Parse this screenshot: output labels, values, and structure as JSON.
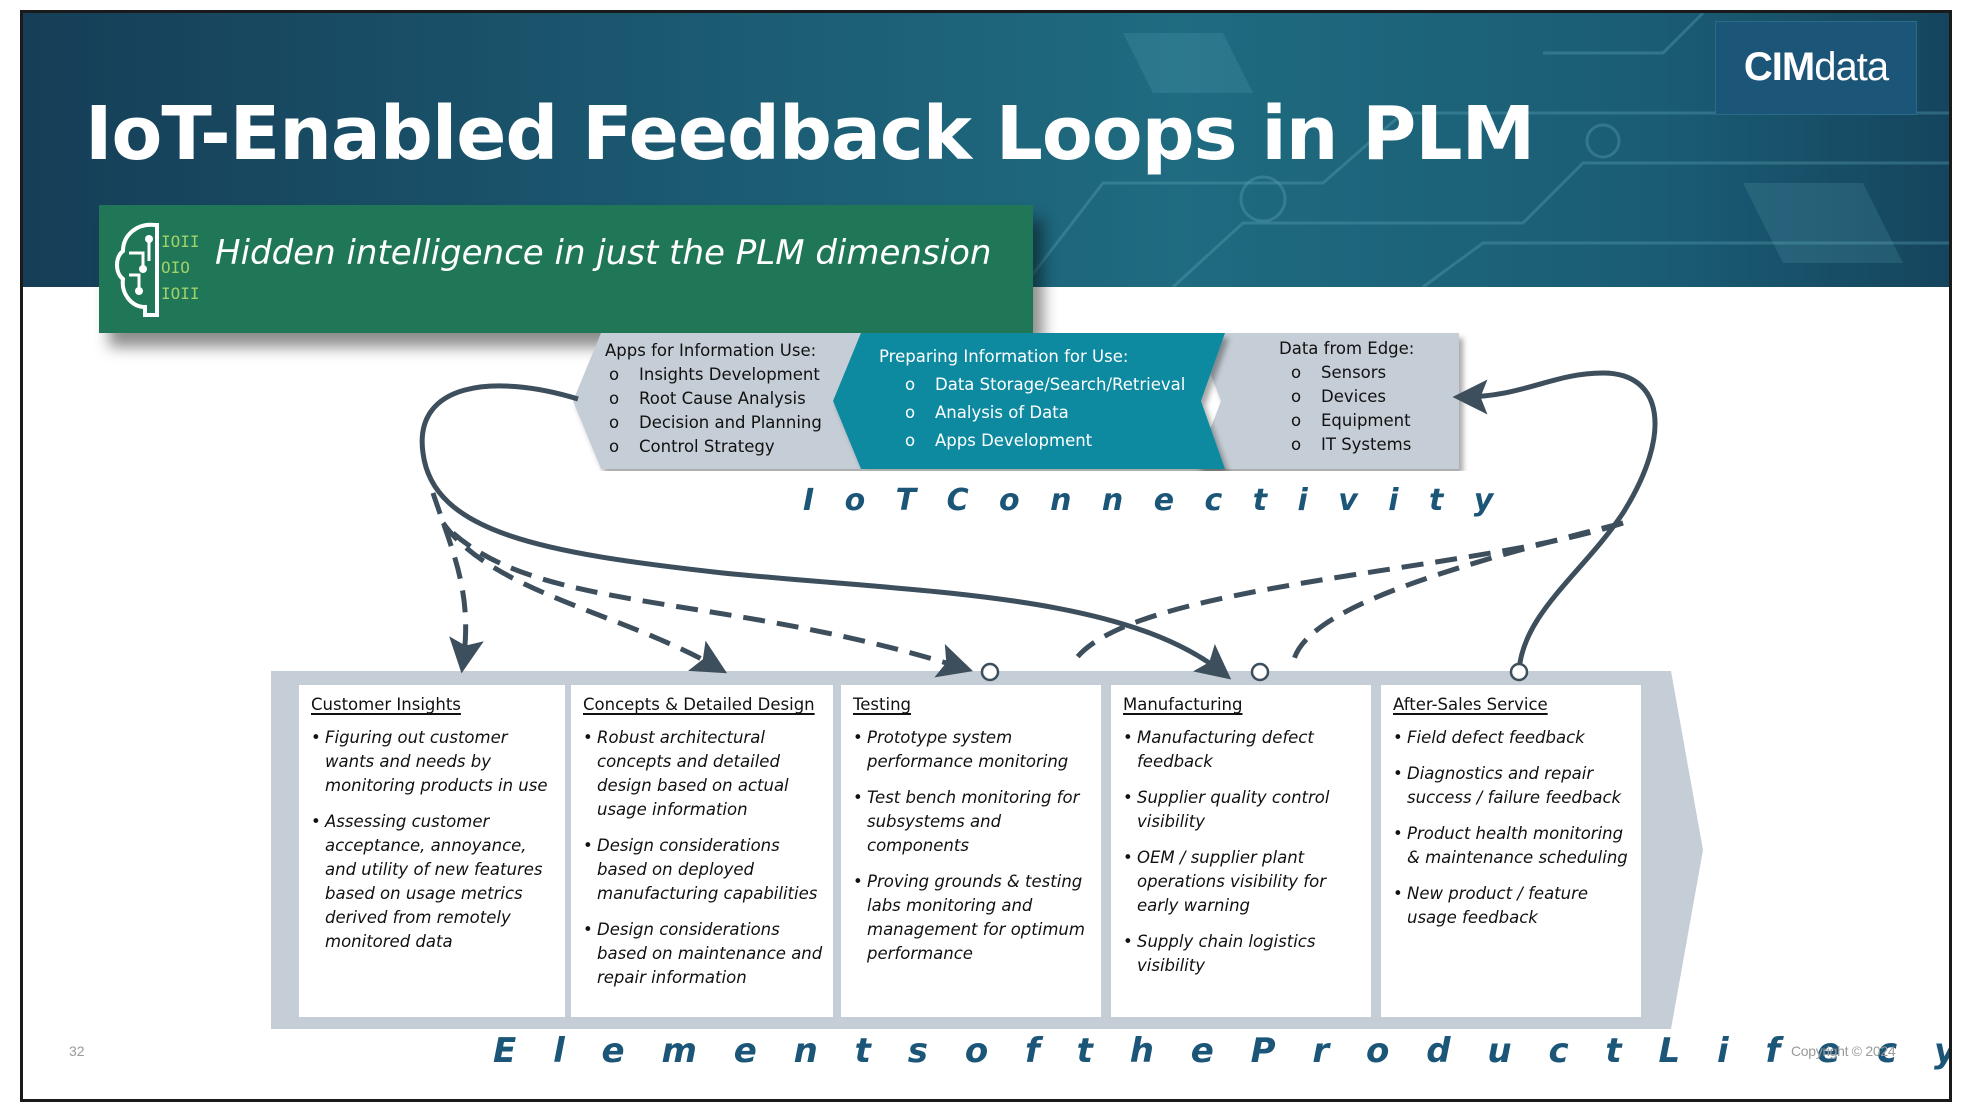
{
  "slide": {
    "title": "IoT-Enabled Feedback Loops in PLM",
    "subtitle": "Hidden intelligence in just the PLM dimension",
    "logo": {
      "text_primary": "CIM",
      "text_secondary": "data"
    },
    "brain_binary": [
      "IOII",
      "OIO",
      "IOII"
    ],
    "page_number": "32",
    "copyright": "Copyright © 2024"
  },
  "connectivity": {
    "label": "I o T   C o n n e c t i v i t y",
    "apps": {
      "heading": "Apps for Information Use:",
      "items": [
        "Insights Development",
        "Root Cause Analysis",
        "Decision and Planning",
        "Control Strategy"
      ]
    },
    "preparing": {
      "heading": "Preparing Information for Use:",
      "items": [
        "Data Storage/Search/Retrieval",
        "Analysis of Data",
        "Apps Development"
      ]
    },
    "edge": {
      "heading": "Data from Edge:",
      "items": [
        "Sensors",
        "Devices",
        "Equipment",
        "IT Systems"
      ]
    },
    "bullet_glyph": "o"
  },
  "lifecycle": {
    "label": "E l e m e n t s   o f   t h e   P r o d u c t   L i f e c y c l e",
    "panels": [
      {
        "title": "Customer Insights",
        "bullets": [
          "Figuring out customer wants and needs by monitoring products in use",
          "Assessing customer acceptance, annoyance, and utility of new features based on usage metrics derived from remotely monitored data"
        ]
      },
      {
        "title": "Concepts & Detailed Design",
        "bullets": [
          "Robust architectural concepts and detailed design based on actual usage information",
          "Design considerations based on deployed manufacturing capabilities",
          "Design considerations based on maintenance and repair information"
        ]
      },
      {
        "title": "Testing",
        "bullets": [
          "Prototype system performance monitoring",
          "Test bench monitoring for subsystems and components",
          "Proving grounds & testing labs monitoring  and management for optimum performance"
        ]
      },
      {
        "title": "Manufacturing",
        "bullets": [
          "Manufacturing defect feedback",
          "Supplier quality control visibility",
          "OEM / supplier plant operations visibility for early warning",
          "Supply chain logistics visibility"
        ]
      },
      {
        "title": "After-Sales Service",
        "bullets": [
          "Field defect feedback",
          "Diagnostics and repair success / failure feedback",
          "Product health monitoring & maintenance scheduling",
          "New product / feature usage feedback"
        ]
      }
    ]
  },
  "colors": {
    "banner_dark": "#163e57",
    "banner_teal": "#1f6b80",
    "subtitle_green": "#1f7757",
    "chevron_gray": "#c5ced6",
    "chevron_teal": "#0f8aa0",
    "loop_line": "#3d4e5c",
    "label_blue": "#1b5577"
  },
  "icons": [
    "brain-circuit-icon",
    "solid-arrow-icon",
    "dashed-arrow-icon",
    "loop-origin-circle-icon"
  ]
}
